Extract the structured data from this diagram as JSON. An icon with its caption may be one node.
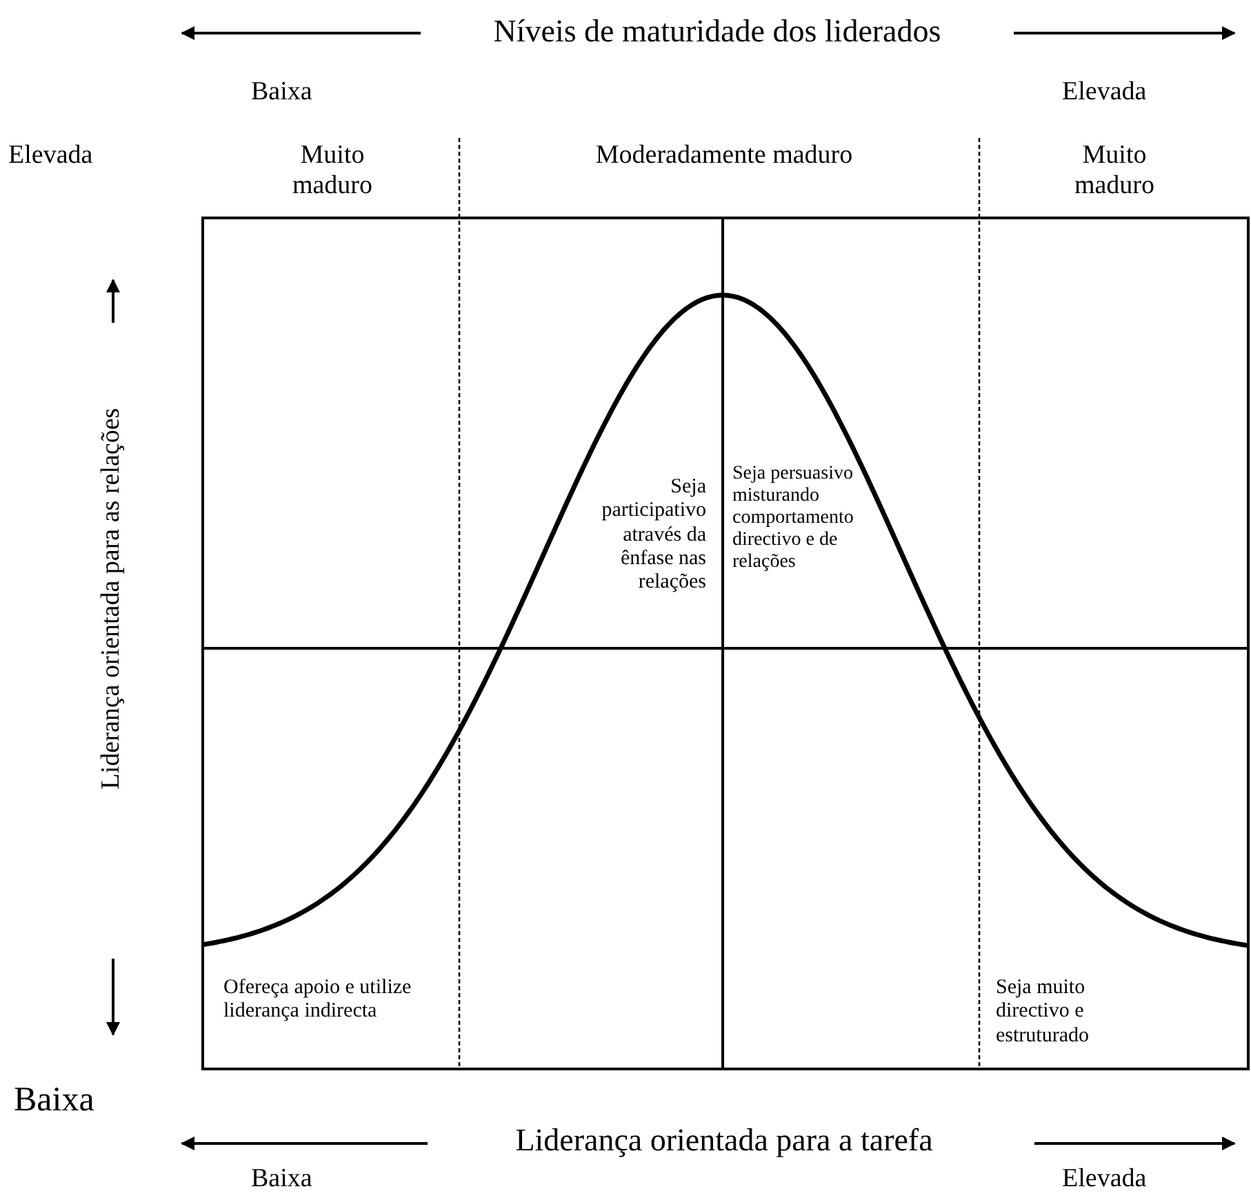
{
  "diagram": {
    "labels": [
      "Níveis de maturidade dos liderados",
      "Baixa",
      "Elevada",
      "Elevada",
      "Muito maduro",
      "Moderadamente maduro",
      "Muito maduro",
      "Liderança orientada para as relações",
      "Seja participativo através da ênfase nas relações",
      "Seja persuasivo misturando comportamento directivo e de relações",
      "Ofereça apoio e utilize liderança indirecta",
      "Seja muito directivo e estruturado",
      "Baixa",
      "Liderança orientada para a tarefa",
      "Baixa",
      "Elevada"
    ]
  }
}
